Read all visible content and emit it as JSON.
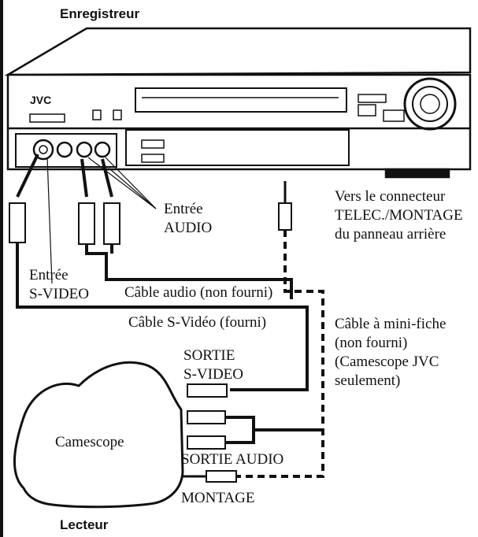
{
  "headers": {
    "recorder": "Enregistreur",
    "player": "Lecteur"
  },
  "vcr": {
    "brand": "JVC"
  },
  "labels": {
    "entree_audio_1": "Entrée",
    "entree_audio_2": "AUDIO",
    "vers_1": "Vers le connecteur",
    "vers_2": "TELEC./MONTAGE",
    "vers_3": "du panneau arrière",
    "entree_svideo_1": "Entrée",
    "entree_svideo_2": "S-VIDEO",
    "cable_audio": "Câble audio (non fourni)",
    "cable_svideo": "Câble S-Vidéo (fourni)",
    "cable_mini_1": "Câble à mini-fiche",
    "cable_mini_2": "(non fourni)",
    "cable_mini_3": "(Camescope JVC",
    "cable_mini_4": "seulement)",
    "sortie_svideo_1": "SORTIE",
    "sortie_svideo_2": "S-VIDEO",
    "camescope": "Camescope",
    "sortie_audio": "SORTIE AUDIO",
    "montage": "MONTAGE"
  }
}
